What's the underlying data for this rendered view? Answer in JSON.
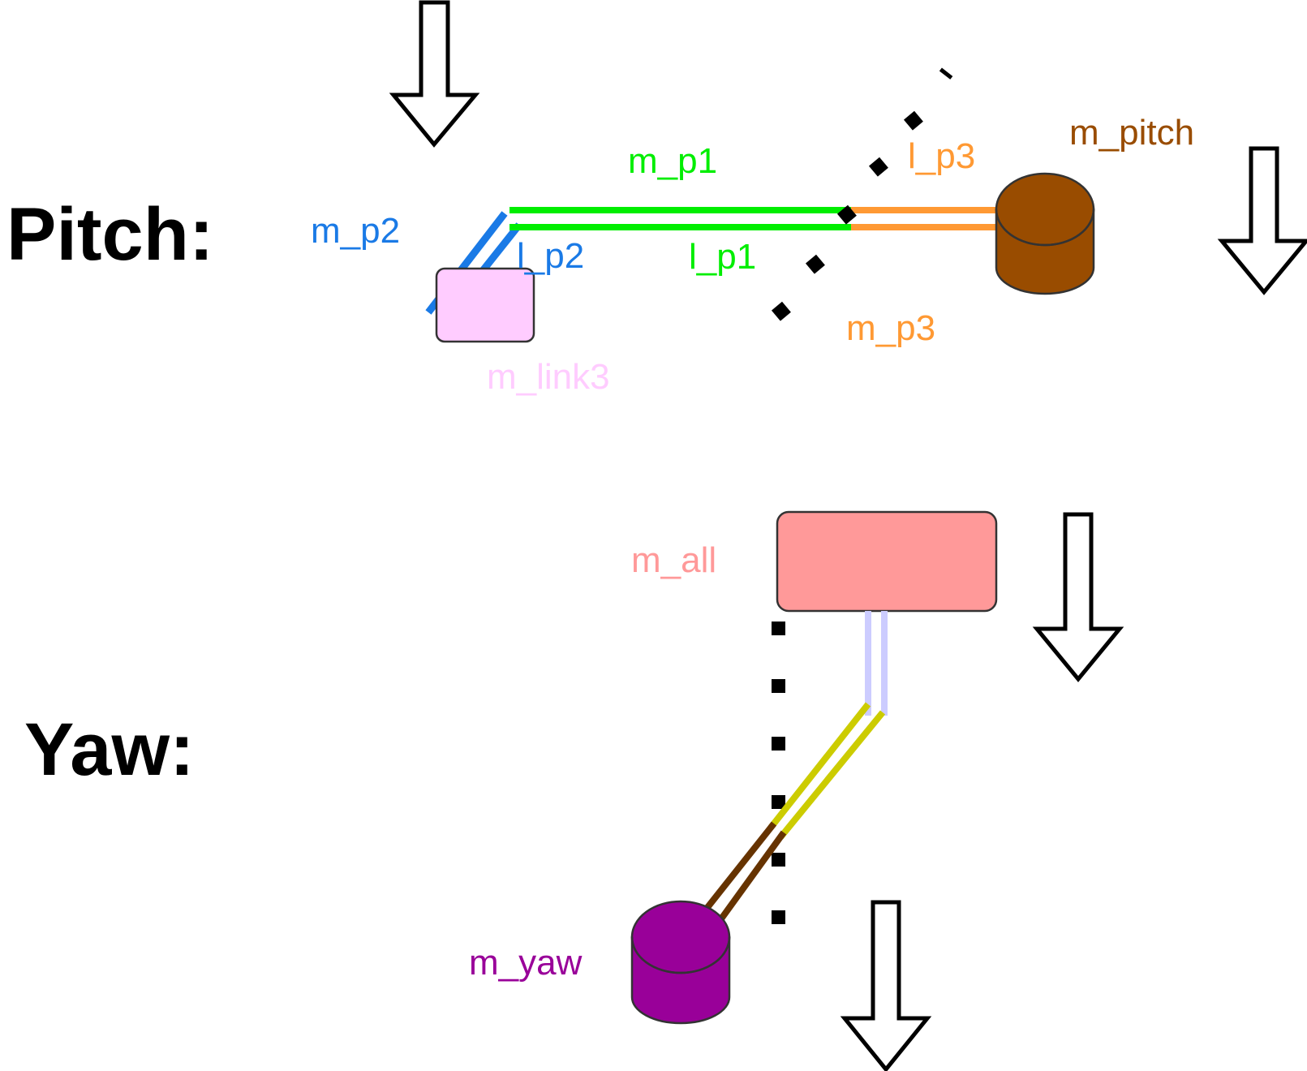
{
  "sections": {
    "pitch_title": "Pitch:",
    "yaw_title": "Yaw:"
  },
  "labels": {
    "m_p1": "m_p1",
    "l_p1": "l_p1",
    "m_p2": "m_p2",
    "l_p2": "l_p2",
    "m_p3": "m_p3",
    "l_p3": "l_p3",
    "m_pitch": "m_pitch",
    "m_link3": "m_link3",
    "m_all": "m_all",
    "m_yaw": "m_yaw"
  },
  "colors": {
    "p1": "#00ee00",
    "p2": "#1a7ae6",
    "p3": "#ff9933",
    "pitch_motor": "#994c00",
    "link3_box": "#ffccff",
    "all_box": "#ff9999",
    "yaw_motor": "#990099",
    "yaw_upper_link": "#ccccff",
    "yaw_mid_link": "#cccc00",
    "yaw_lower_link": "#663300"
  },
  "icons": {
    "gravity_arrow": "down-arrow-icon",
    "motor": "cylinder-icon",
    "mass_box": "rounded-box-icon"
  }
}
